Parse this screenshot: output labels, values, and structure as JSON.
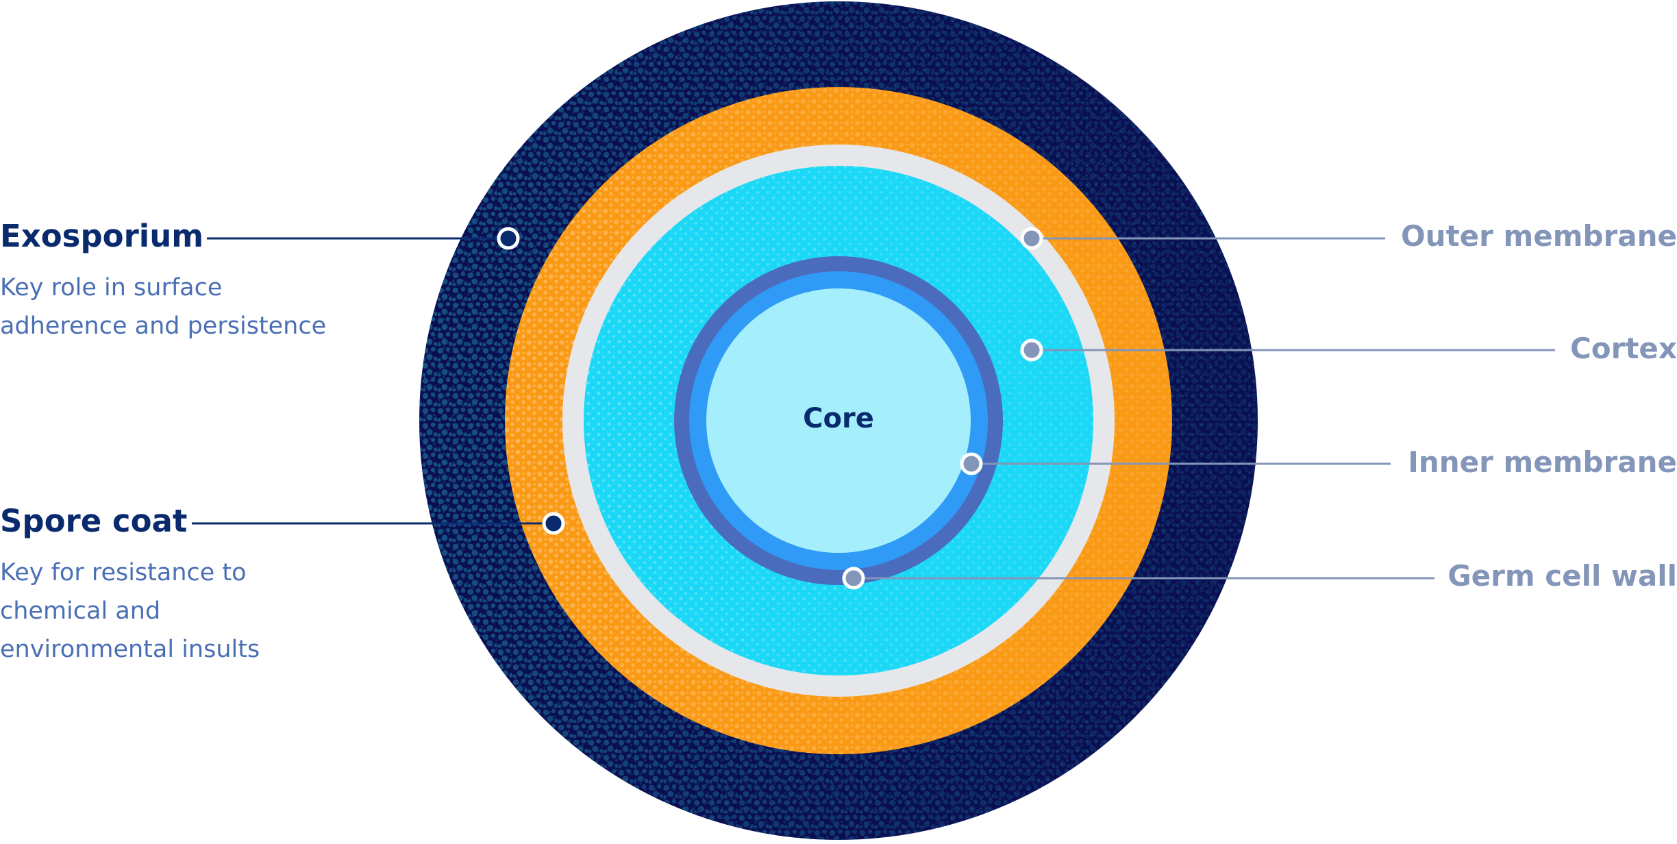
{
  "core": {
    "label": "Core"
  },
  "left_labels": [
    {
      "title": "Exosporium",
      "description": "Key role in surface adherence and persistence"
    },
    {
      "title": "Spore coat",
      "description": "Key for resistance to chemical and environmental insults"
    }
  ],
  "right_labels": [
    {
      "title": "Outer membrane"
    },
    {
      "title": "Cortex"
    },
    {
      "title": "Inner membrane"
    },
    {
      "title": "Germ cell wall"
    }
  ],
  "colors": {
    "exosporium_dark": "#0a0f52",
    "exosporium_texture": "#1b6a96",
    "spore_coat": "#fa9a14",
    "spore_coat_texture": "#ffc47a",
    "outer_membrane": "#e6e7ea",
    "cortex": "#1cd8f7",
    "cortex_texture": "#8fe8fb",
    "germ_cell_wall_outer": "#4b6bbd",
    "germ_cell_wall_inner": "#2f9bf6",
    "core": "#a5eefc",
    "left_title": "#0a2a6e",
    "left_description": "#4a6fb5",
    "right_label": "#8395b8"
  }
}
